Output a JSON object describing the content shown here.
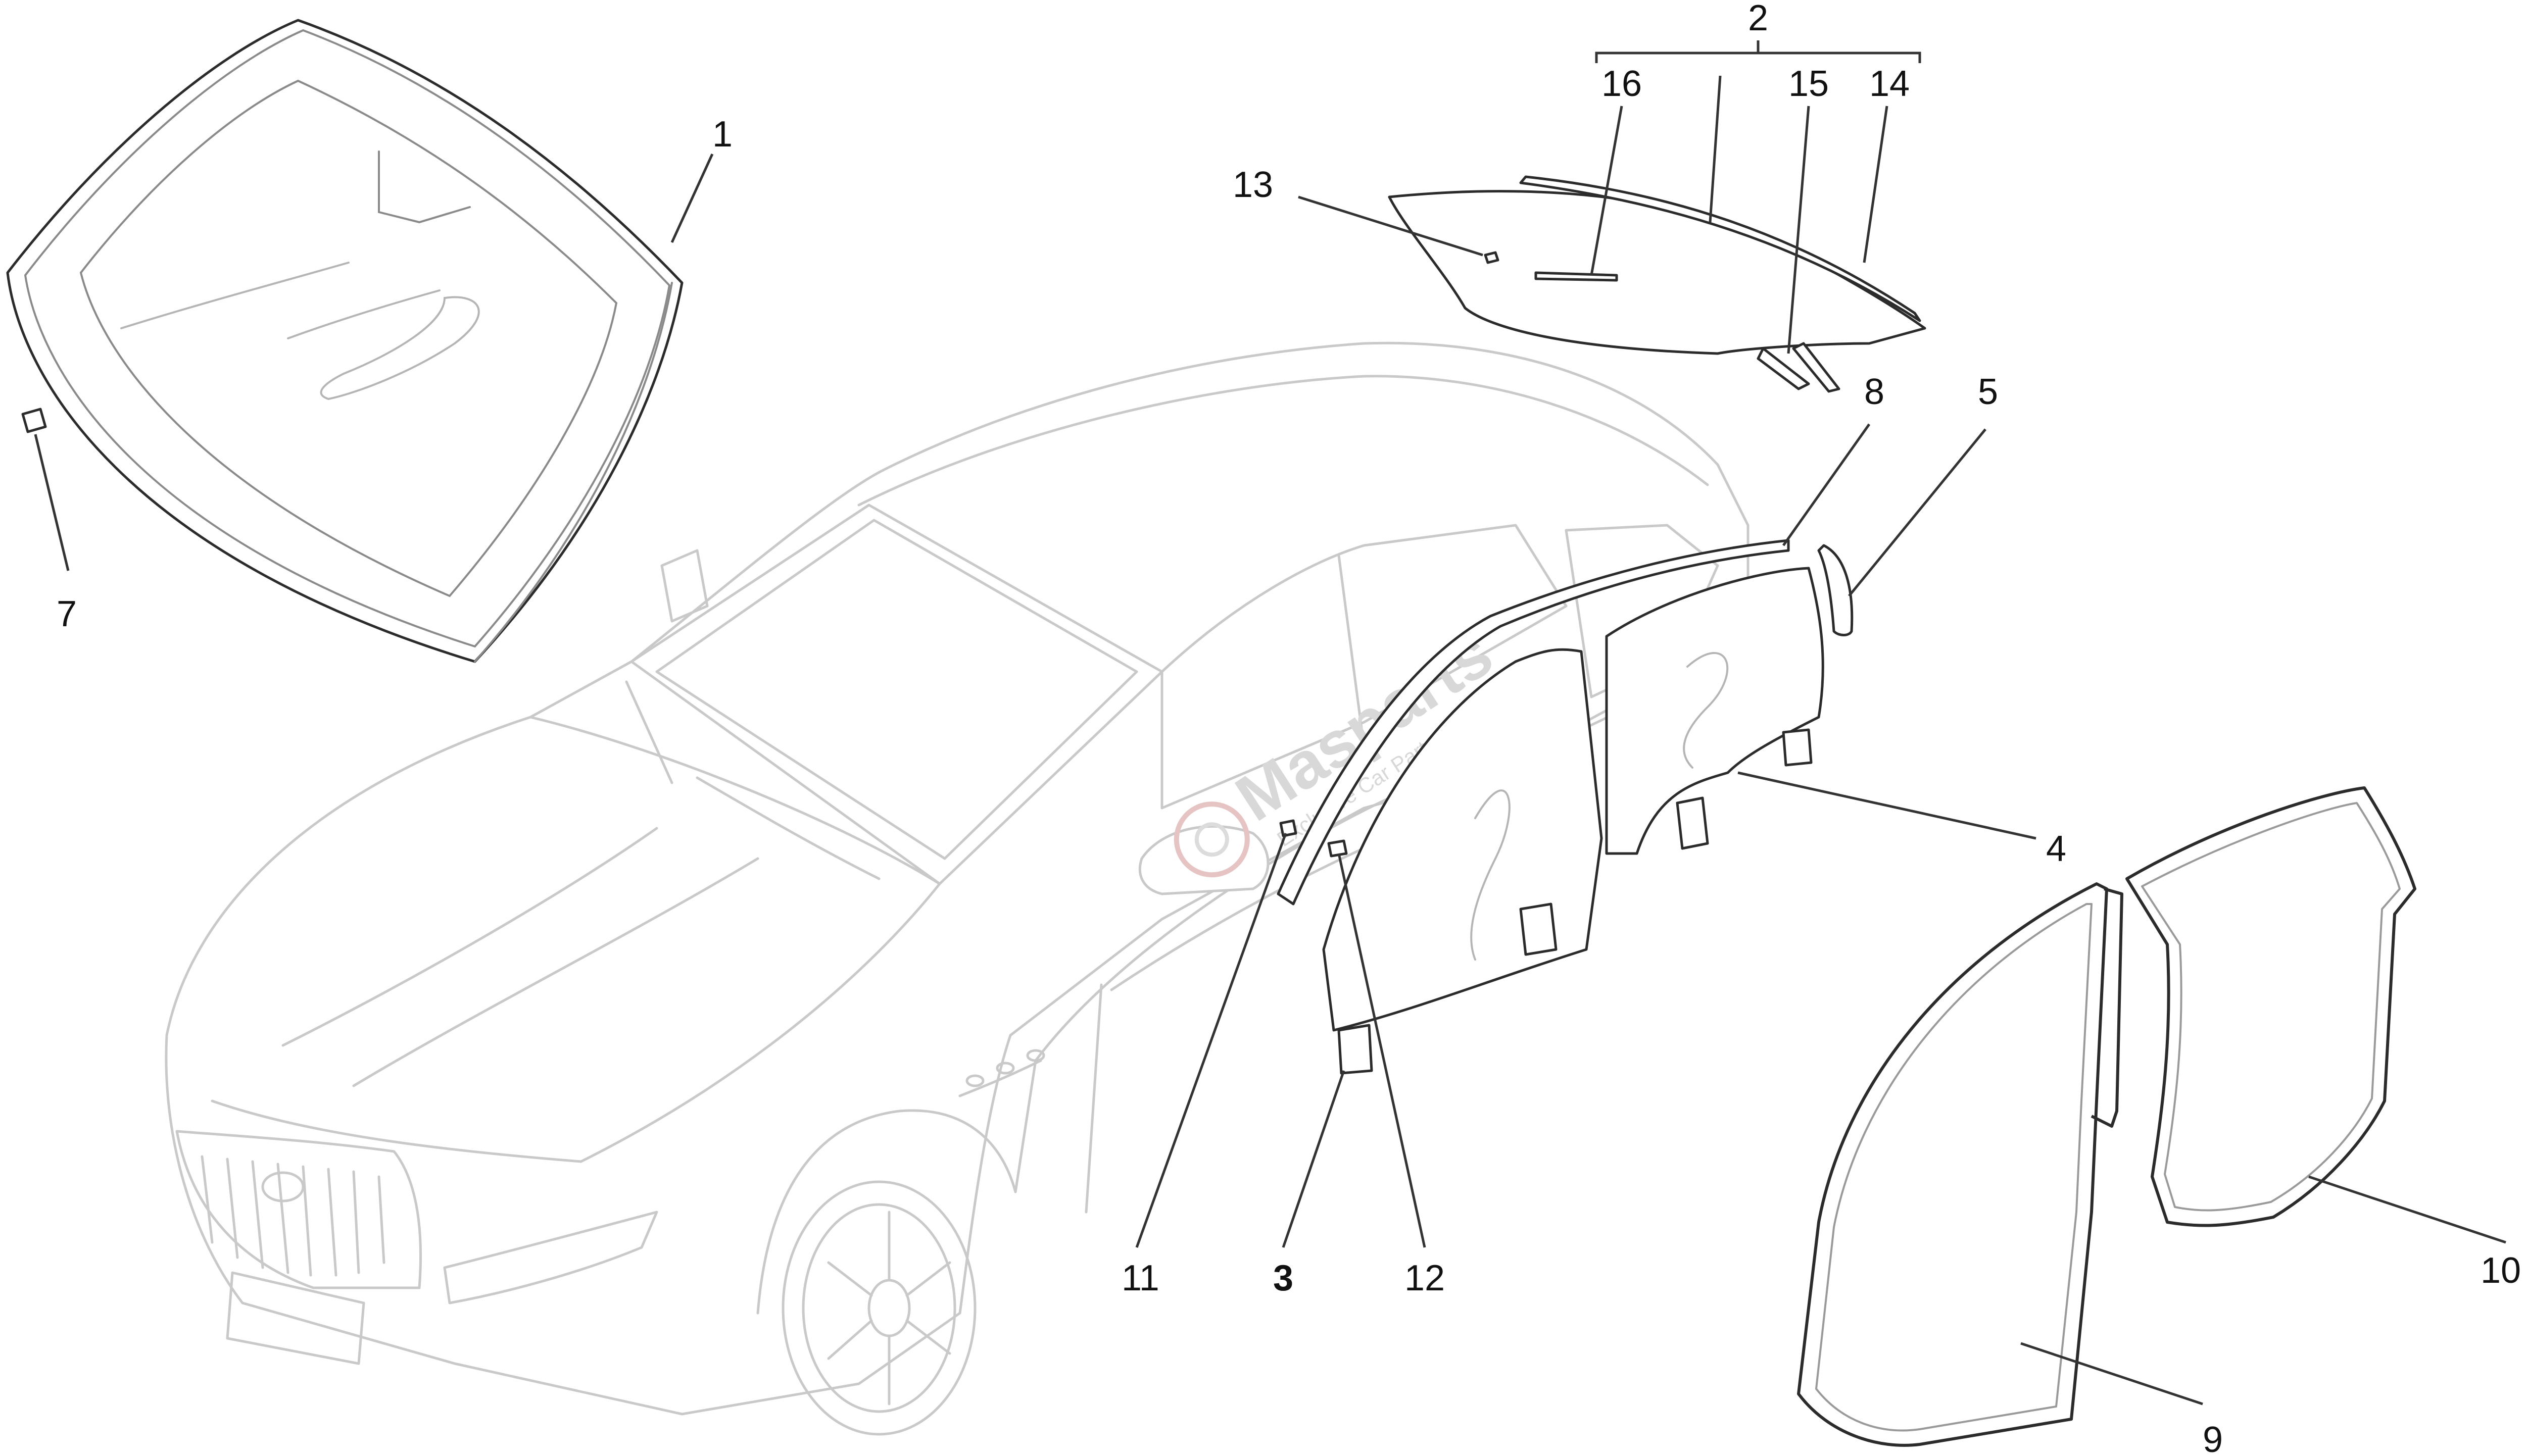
{
  "diagram": {
    "callouts": [
      {
        "id": "1",
        "label": "1"
      },
      {
        "id": "2",
        "label": "2"
      },
      {
        "id": "3",
        "label": "3"
      },
      {
        "id": "4",
        "label": "4"
      },
      {
        "id": "5",
        "label": "5"
      },
      {
        "id": "7",
        "label": "7"
      },
      {
        "id": "8",
        "label": "8"
      },
      {
        "id": "9",
        "label": "9"
      },
      {
        "id": "10",
        "label": "10"
      },
      {
        "id": "11",
        "label": "11"
      },
      {
        "id": "12",
        "label": "12"
      },
      {
        "id": "13",
        "label": "13"
      },
      {
        "id": "14",
        "label": "14"
      },
      {
        "id": "15",
        "label": "15"
      },
      {
        "id": "16",
        "label": "16"
      }
    ],
    "watermark": {
      "brand": "Masparts",
      "tagline": "Exclusive Car Parts Specialist"
    },
    "colors": {
      "line": "#2b2b2b",
      "car_outline": "#c9c9c9",
      "watermark_accent": "#e8a0a0"
    }
  }
}
